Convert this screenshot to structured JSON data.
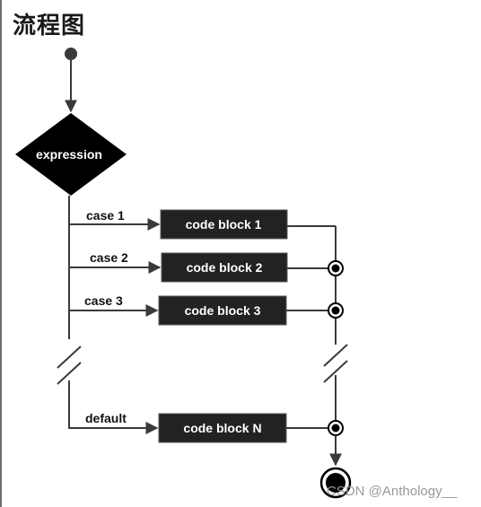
{
  "title": "流程图",
  "decision": {
    "label": "expression"
  },
  "cases": [
    {
      "label": "case 1",
      "block": "code block 1"
    },
    {
      "label": "case 2",
      "block": "code block 2"
    },
    {
      "label": "case 3",
      "block": "code block 3"
    }
  ],
  "default_case": {
    "label": "default",
    "block": "code block N"
  },
  "watermark": "CSDN @Anthology__"
}
